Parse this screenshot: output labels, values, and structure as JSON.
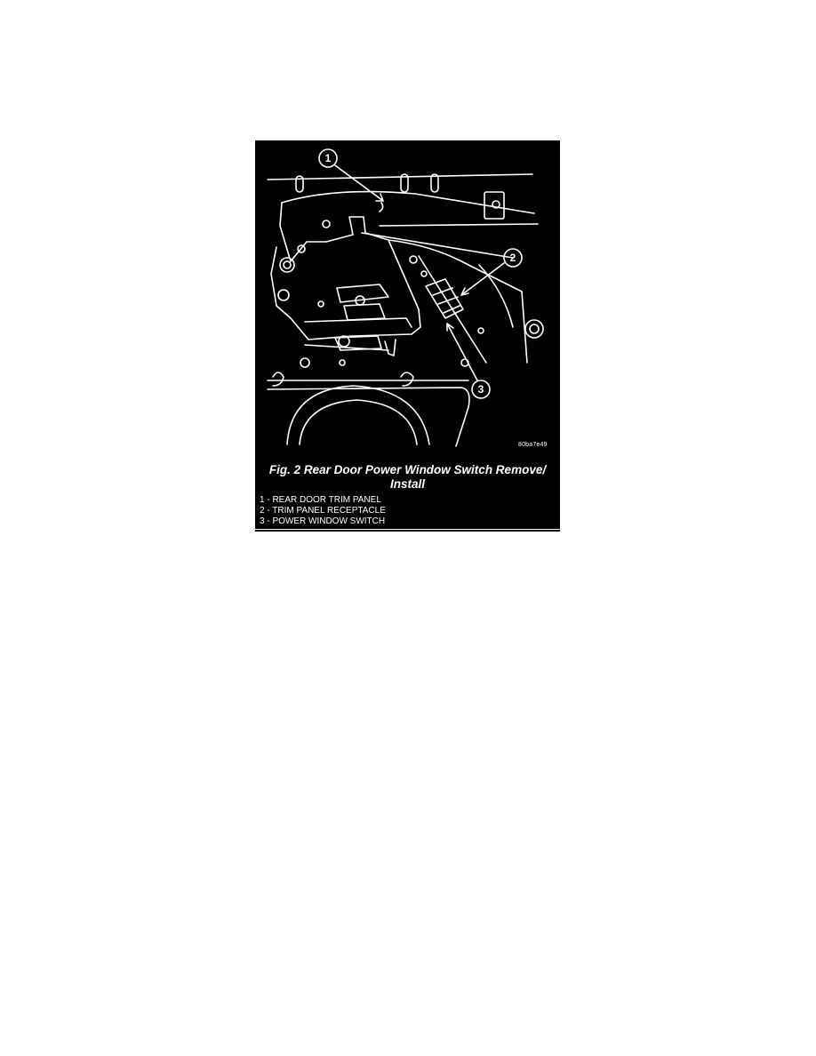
{
  "figure": {
    "code": "80ba7e49",
    "caption_line1": "Fig. 2 Rear Door Power Window Switch Remove/",
    "caption_line2": "Install",
    "callouts": [
      "1",
      "2",
      "3"
    ],
    "legend": [
      "1 - REAR DOOR TRIM PANEL",
      "2 - TRIM PANEL RECEPTACLE",
      "3 - POWER WINDOW SWITCH"
    ]
  },
  "colors": {
    "figure_background": "#000000",
    "linework": "#ffffff",
    "page_background": "#ffffff"
  }
}
